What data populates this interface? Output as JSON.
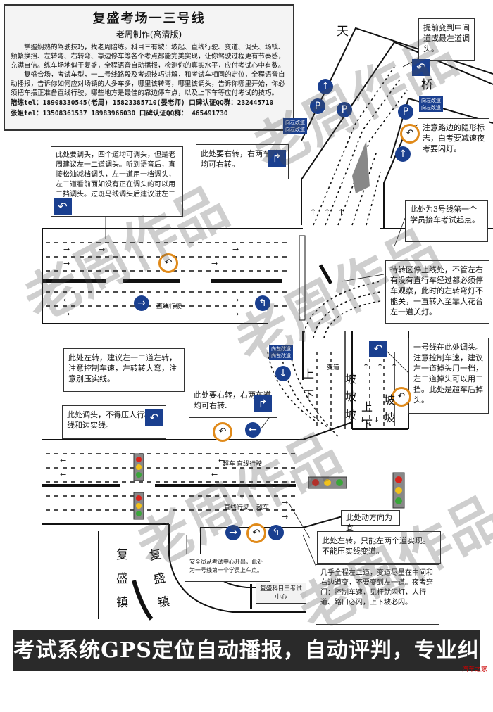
{
  "header": {
    "title": "复盛考场一三号线",
    "subtitle": "老周制作(高清版)",
    "para1": "掌握娴熟的驾驶技巧，找老周陪练。科目三有坡：坡起、直线行驶、变道、调头、场镇、频繁换挡、左转弯、右转弯、靠边停车等各个考点都能完美实现，让你驾驶过程更有节奏感，充满自信。练车场地似于复盛，全程语音自动播报，检测你的真实水平，应付考试心中有数。",
    "para2": "复盛合场，考试车型，一二号线路段及考规技巧讲解，和考试车相同的定位，全程语音自动播报，告诉你如何应对场镇的人多车多，哪里该转弯，哪里该调头，告诉你哪里开始，你必须把车摆正准备直线行驶，哪些地方是最佳的靠边停车点，以及上下车等应付考试的技巧。",
    "phone1": "陪练tel：18908330545(老周) 15823385710(晏老师)    口碑认证QQ群：232445710",
    "phone2": "张姐tel：13508361537 18983966030    口碑认证QQ群： 465491730"
  },
  "notes": {
    "top_right": "提前变到中间道或最左道调头。",
    "hidden_sign": "注意路边的隐形标志，白考要减速夜考要闪灯。",
    "start": "此处为3号线第一个学员接车考试起点。",
    "waiting": "待转区停止线处，不管左右有没有直行车经过都必须停车观察，此时的左转弯灯不能关，一直转入至靠大花台左一道关灯。",
    "uturn_line1": "一号线在此处调头。注意控制车速，建议左一道掉头用一档，左二道掉头可以用二挡。此处是超车后掉头。",
    "uturn_top": "此处要调头，四个道均可调头，但是老周建议左一二道调头。听到语音后，直接松油减档调头，左一道用一档调头，左二道看前面如没有正在调头的可以用二挡调头。过斑马线调头后建议进左二道。",
    "right_turn_top": "此处要右转，右两车道均可右转。",
    "left_turn": "此处左转，建议左一二道左转，注意控制车速，左转转大弯，注意别压实线。",
    "right_turn_mid": "此处要右转，右两车道均可右转.",
    "uturn_bottom": "此处调头，不得压人行横道线和边实线。",
    "move_direction": "此处动方向为宜",
    "left_turn_bottom": "此处左转，只能左两个道实现。不能压实线变道。",
    "safety_officer": "安全员从考试中心开出，此处为一号线第一个学员上车点。",
    "exam_center": "复盛科目三考试中心",
    "lane_change": "几乎全程左二道，变道尽量在中间和右边道变，不要变到左一道。夜考窍门：控制车速，见杆就闪灯，人行道、路口必闪，上下坡必闪。"
  },
  "road_labels": {
    "tian": "天",
    "qiao": "桥",
    "fusheng1": [
      "复",
      "盛",
      "镇"
    ],
    "fusheng2": [
      "复",
      "盛",
      "镇"
    ],
    "straight": "直线行驶",
    "overtake": "超车",
    "lane_change": "变道",
    "slope": "坡",
    "up": "上",
    "down": "下",
    "to_left": "向左改道"
  },
  "footer": "考试系统GPS定位自动播报，自动评判，专业纠错",
  "watermarks": [
    "老周作品",
    "老周作品",
    "老周作品",
    "老周作品",
    "老周作品"
  ],
  "credit": "汽车之家",
  "colors": {
    "sign_blue": "#1a3f8f",
    "warning_orange": "#e08a1a",
    "light_red": "#d9241c",
    "light_yellow": "#f2c21b",
    "light_green": "#3aa53a"
  }
}
